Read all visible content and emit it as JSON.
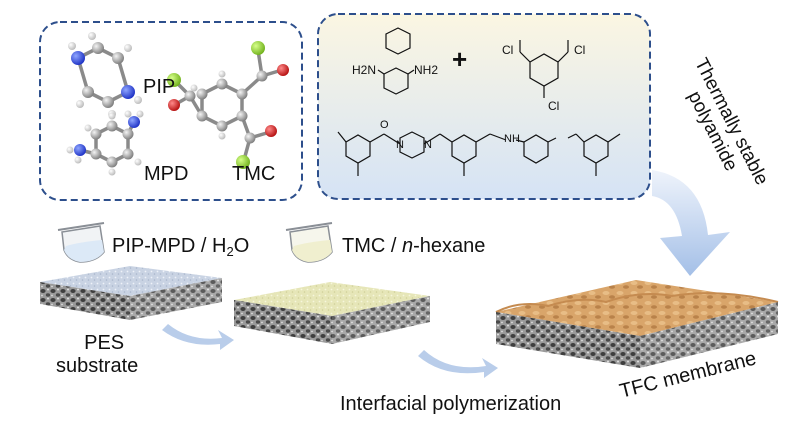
{
  "molecules_box": {
    "pip_label": "PIP",
    "mpd_label": "MPD",
    "tmc_label": "TMC"
  },
  "reaction_box": {
    "plus": "+",
    "amine_nh2_left": "H2N",
    "amine_nh2_right": "NH2",
    "acyl_cl_1": "Cl",
    "acyl_cl_2": "Cl",
    "acyl_cl_3": "Cl",
    "polymer_nh": "NH",
    "polymer_n1": "N",
    "polymer_n2": "N",
    "carbonyl_o": "O"
  },
  "arrow_label": {
    "line1": "Thermally stable",
    "line2": "polyamide"
  },
  "solutions": {
    "aqueous_main": "PIP-MPD / H",
    "aqueous_sub": "2",
    "aqueous_tail": "O",
    "organic_main": "TMC / ",
    "organic_italic": "n",
    "organic_tail": "-hexane"
  },
  "membranes": {
    "substrate_line1": "PES",
    "substrate_line2": "substrate",
    "process": "Interfacial polymerization",
    "product": "TFC membrane"
  },
  "colors": {
    "box_border": "#2d4f8c",
    "arrow_blue": "#9db8e0",
    "substrate_top": "#c9d3e3",
    "coated_top": "#e6e6b8",
    "polyamide_top": "#d9a56a",
    "porous_side": "#8a8a8a"
  }
}
